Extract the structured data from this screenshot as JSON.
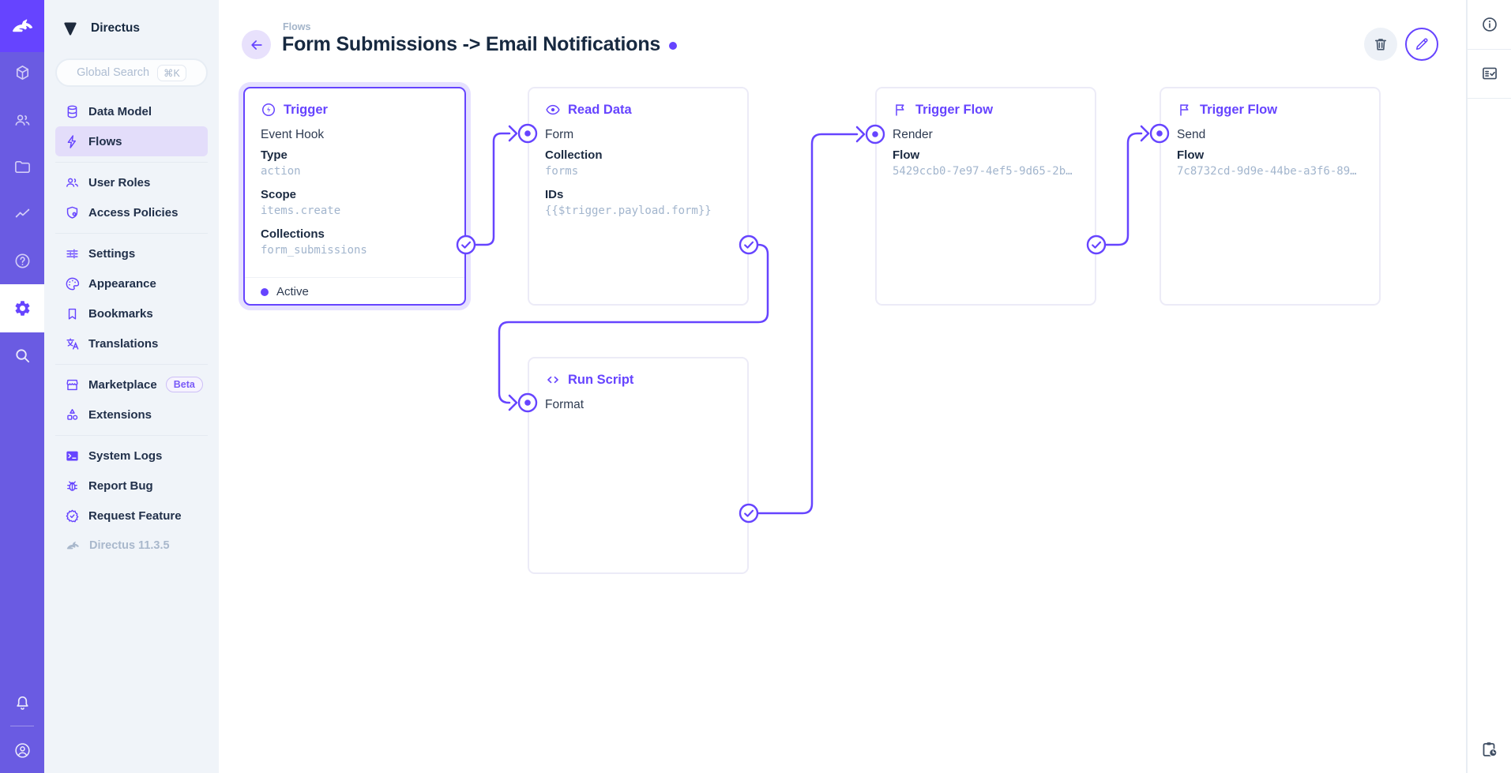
{
  "app": {
    "project_name": "Directus",
    "version_label": "Directus 11.3.5"
  },
  "module_rail": {
    "modules": [
      "directus-logo",
      "content",
      "users",
      "files",
      "insights",
      "help",
      "settings",
      "search"
    ],
    "bottom": [
      "notifications",
      "account"
    ]
  },
  "sidebar": {
    "search": {
      "placeholder": "Global Search",
      "shortcut": "⌘K"
    },
    "items": [
      {
        "label": "Data Model",
        "icon": "database-icon",
        "active": false
      },
      {
        "label": "Flows",
        "icon": "bolt-icon",
        "active": true
      },
      {
        "label": "User Roles",
        "icon": "people-icon",
        "active": false
      },
      {
        "label": "Access Policies",
        "icon": "shield-lock-icon",
        "active": false
      },
      {
        "label": "Settings",
        "icon": "tune-icon",
        "active": false
      },
      {
        "label": "Appearance",
        "icon": "palette-icon",
        "active": false
      },
      {
        "label": "Bookmarks",
        "icon": "bookmark-icon",
        "active": false
      },
      {
        "label": "Translations",
        "icon": "translate-icon",
        "active": false
      },
      {
        "label": "Marketplace",
        "icon": "storefront-icon",
        "badge": "Beta",
        "active": false
      },
      {
        "label": "Extensions",
        "icon": "shapes-icon",
        "active": false
      },
      {
        "label": "System Logs",
        "icon": "terminal-icon",
        "active": false
      },
      {
        "label": "Report Bug",
        "icon": "bug-icon",
        "active": false
      },
      {
        "label": "Request Feature",
        "icon": "seal-check-icon",
        "active": false
      }
    ]
  },
  "header": {
    "breadcrumb": "Flows",
    "title": "Form Submissions -> Email Notifications"
  },
  "flow": {
    "nodes": [
      {
        "id": "trigger",
        "header": "Trigger",
        "icon": "bolt-circle-icon",
        "name": "Event Hook",
        "fields": [
          {
            "label": "Type",
            "value": "action"
          },
          {
            "label": "Scope",
            "value": "items.create"
          },
          {
            "label": "Collections",
            "value": "form_submissions"
          }
        ],
        "status": "Active",
        "selected": true
      },
      {
        "id": "read_data",
        "header": "Read Data",
        "icon": "eye-icon",
        "name": "Form",
        "fields": [
          {
            "label": "Collection",
            "value": "forms"
          },
          {
            "label": "IDs",
            "value": "{{$trigger.payload.form}}"
          }
        ]
      },
      {
        "id": "run_script",
        "header": "Run Script",
        "icon": "code-icon",
        "name": "Format",
        "fields": []
      },
      {
        "id": "trigger_flow_render",
        "header": "Trigger Flow",
        "icon": "flag-icon",
        "name": "Render",
        "fields": [
          {
            "label": "Flow",
            "value": "5429ccb0-7e97-4ef5-9d65-2b…"
          }
        ]
      },
      {
        "id": "trigger_flow_send",
        "header": "Trigger Flow",
        "icon": "flag-icon",
        "name": "Send",
        "fields": [
          {
            "label": "Flow",
            "value": "7c8732cd-9d9e-44be-a3f6-89…"
          }
        ]
      }
    ],
    "connections": [
      {
        "from": "trigger",
        "to": "read_data"
      },
      {
        "from": "read_data",
        "to": "run_script"
      },
      {
        "from": "run_script",
        "to": "trigger_flow_render"
      },
      {
        "from": "trigger_flow_render",
        "to": "trigger_flow_send"
      }
    ]
  },
  "right_sidebar": {
    "icons": [
      "info-icon",
      "fact-check-icon",
      "pending-actions-icon"
    ]
  },
  "colors": {
    "accent": "#6644FF",
    "rail": "#6A5BE2",
    "sidebar_bg": "#F0F4F9",
    "active_pill": "#E3DDFA",
    "text_dark": "#172940",
    "text_muted": "#A2B5CD",
    "card_border": "#ECEBF7"
  }
}
